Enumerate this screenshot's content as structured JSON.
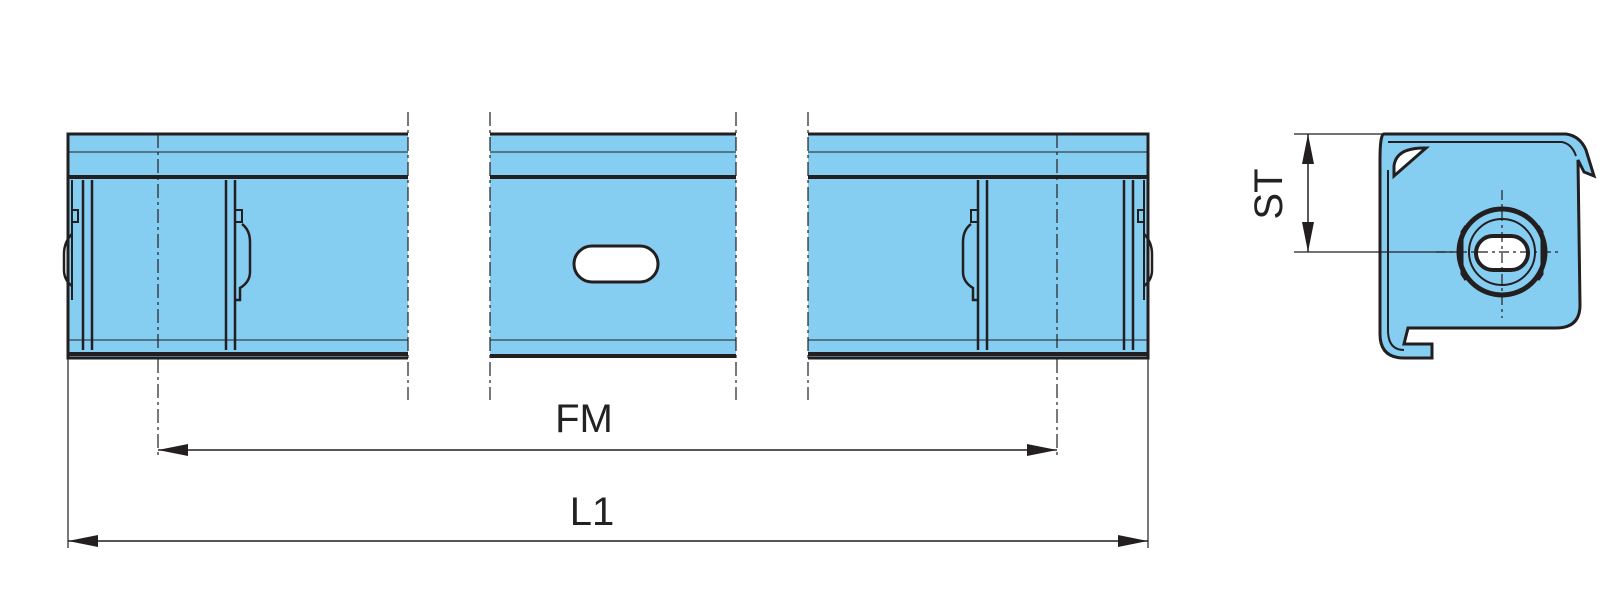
{
  "labels": {
    "fm": "FM",
    "l1": "L1",
    "st": "ST"
  },
  "colors": {
    "body_fill": "#85CEF2",
    "line": "#231F20",
    "background": "#FFFFFF"
  }
}
